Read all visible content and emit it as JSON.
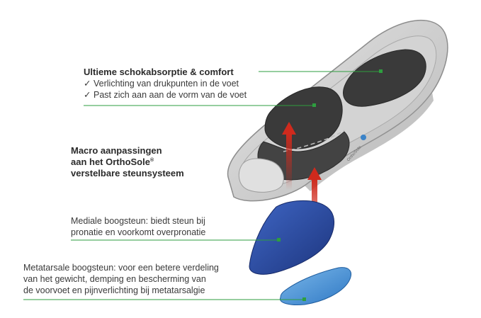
{
  "colors": {
    "leader_line": "#2e9e3f",
    "insole_frame": "#c9c9c9",
    "insole_pad": "#3d3d3d",
    "medial_arch": "#2d4fa3",
    "metatarsal_pad": "#4b94d6",
    "arrow_red": "#cf2a1d"
  },
  "callouts": {
    "shock": {
      "title": "Ultieme schokabsorptie & comfort",
      "items": [
        "Verlichting van drukpunten in de voet",
        "Past zich aan aan de vorm van de voet"
      ],
      "check_icon": "checkmark-icon"
    },
    "macro": {
      "line1": "Macro aanpassingen",
      "line2_prefix": "aan het OrthoSole",
      "line2_mark": "®",
      "line3": "verstelbare steunsysteem"
    },
    "medial": {
      "line1": "Mediale boogsteun: biedt steun bij",
      "line2": "pronatie en voorkomt overpronatie"
    },
    "metatarsal": {
      "line1": "Metatarsale boogsteun: voor een betere verdeling",
      "line2": "van het gewicht, demping en bescherming van",
      "line3": "de voorvoet en pijnverlichting bij metatarsalgie"
    }
  },
  "insole_brand": "OrthoSole"
}
